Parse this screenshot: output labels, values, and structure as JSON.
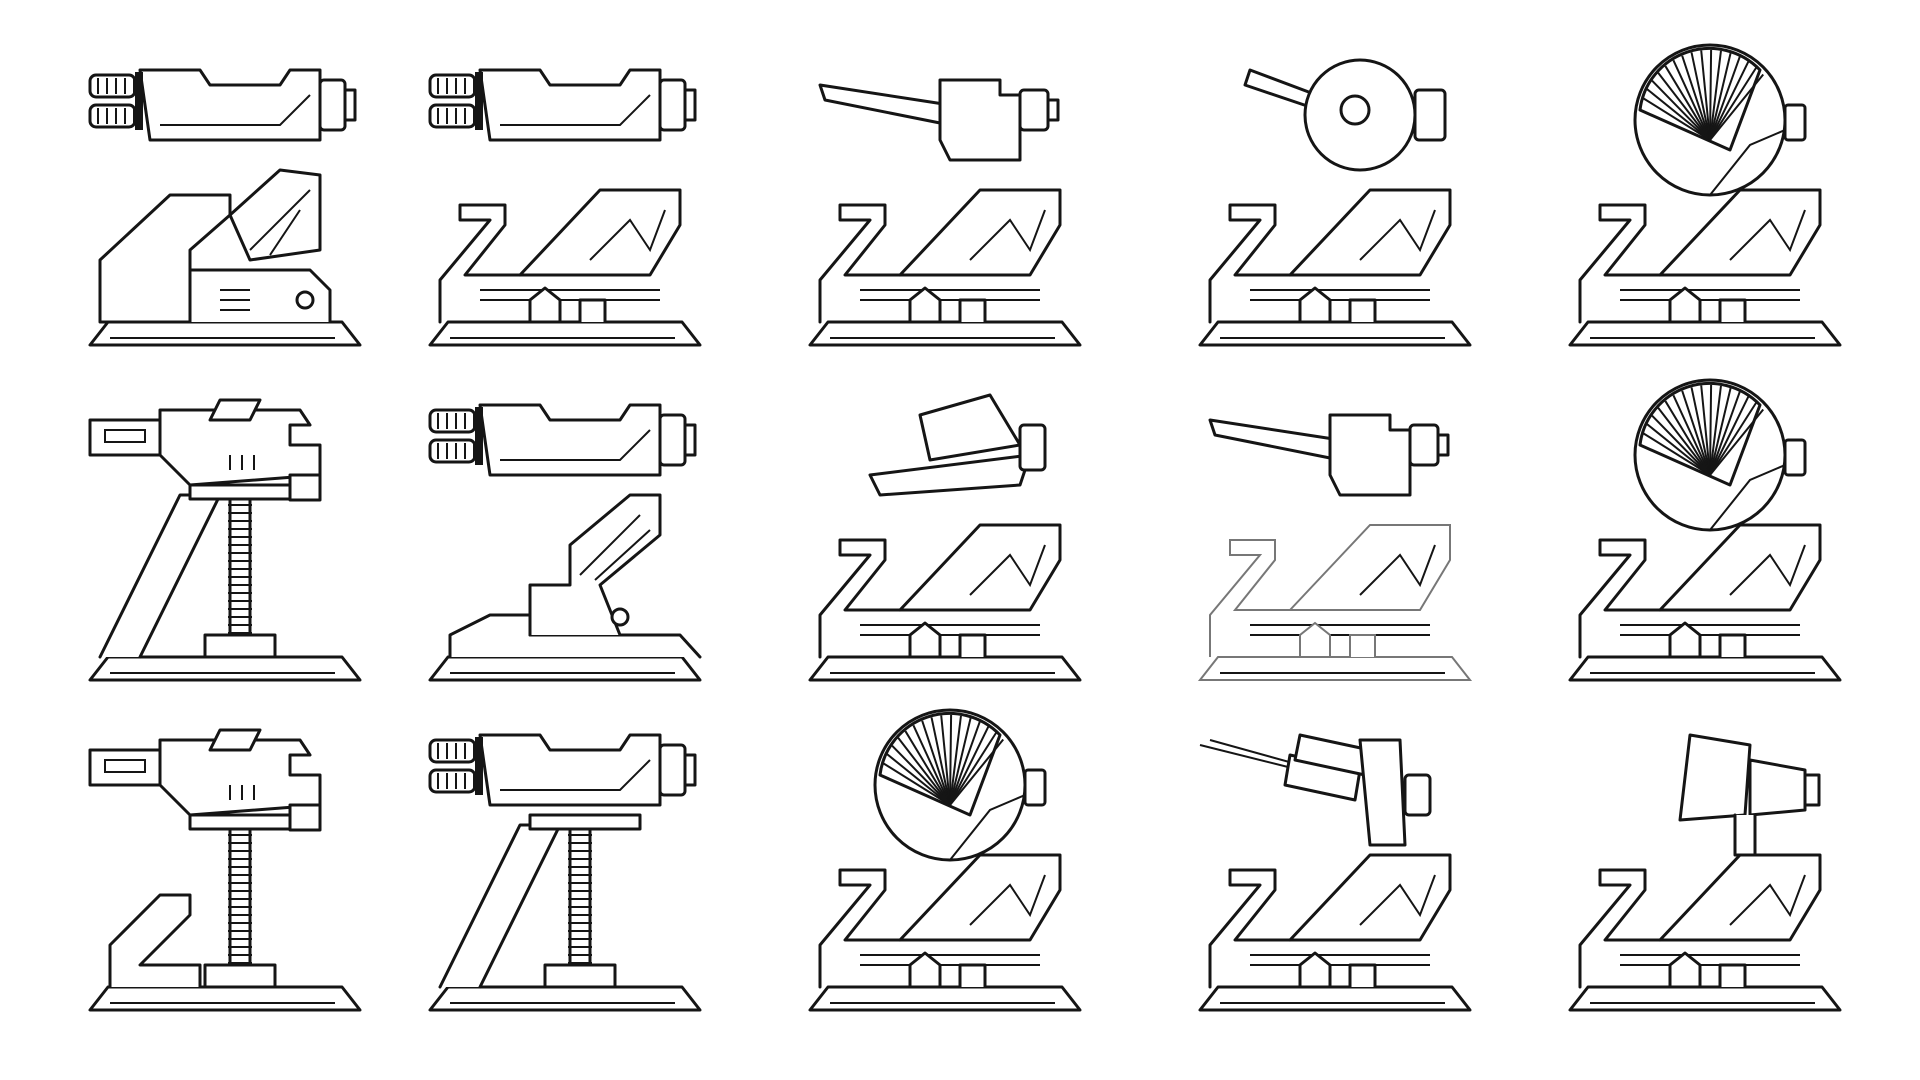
{
  "colors": {
    "line": "#151515",
    "background": "#ffffff",
    "faint_line": "#777777"
  },
  "turrets": [
    {
      "kind": "twin-gatling-turret-icon",
      "base": "solid-ramp"
    },
    {
      "kind": "twin-gatling-turret-icon",
      "base": "frame"
    },
    {
      "kind": "cannon-turret-icon",
      "base": "frame"
    },
    {
      "kind": "orb-cannon-turret-icon",
      "base": "frame"
    },
    {
      "kind": "dish-turret-icon",
      "base": "frame"
    },
    {
      "kind": "blaster-turret-icon",
      "base": "pole"
    },
    {
      "kind": "twin-gatling-turret-icon",
      "base": "truss"
    },
    {
      "kind": "wedge-turret-icon",
      "base": "frame"
    },
    {
      "kind": "cannon-turret-icon",
      "base": "frame-faint"
    },
    {
      "kind": "dish-turret-icon",
      "base": "frame"
    },
    {
      "kind": "blaster-turret-icon",
      "base": "pole-ramp"
    },
    {
      "kind": "twin-gatling-turret-icon",
      "base": "pole"
    },
    {
      "kind": "dish-turret-icon",
      "base": "frame"
    },
    {
      "kind": "missile-turret-icon",
      "base": "frame"
    },
    {
      "kind": "spotlight-turret-icon",
      "base": "frame"
    }
  ]
}
